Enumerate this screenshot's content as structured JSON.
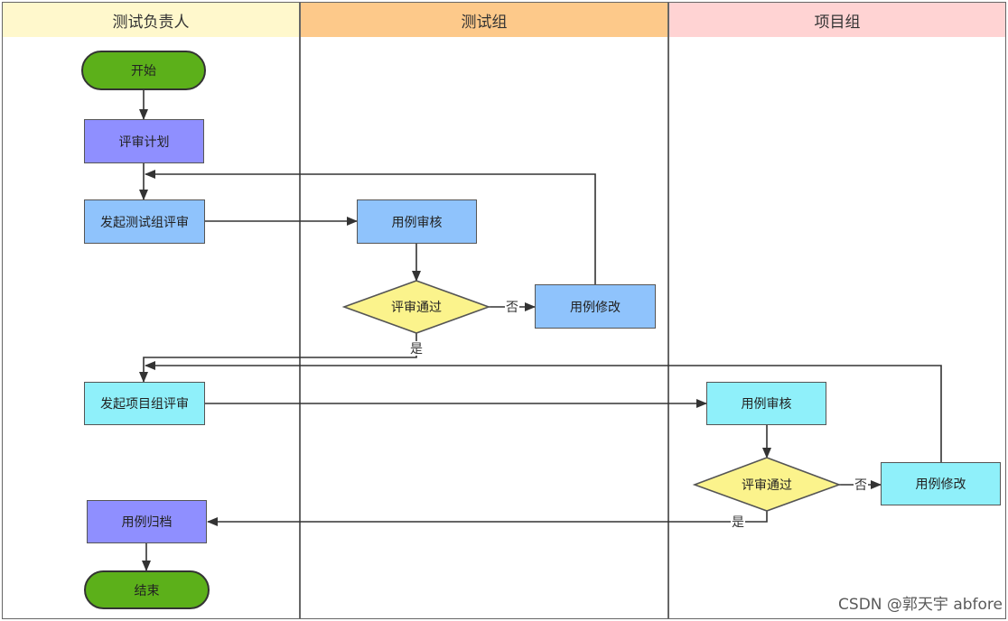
{
  "lanes": [
    {
      "title": "测试负责人",
      "color": "#fff8cc"
    },
    {
      "title": "测试组",
      "color": "#fdc98a"
    },
    {
      "title": "项目组",
      "color": "#ffd3d3"
    }
  ],
  "nodes": {
    "start": "开始",
    "review_plan": "评审计划",
    "start_test_group_review": "发起测试组评审",
    "test_case_review_1": "用例审核",
    "review_passed_1": "评审通过",
    "test_case_modify_1": "用例修改",
    "start_project_group_review": "发起项目组评审",
    "test_case_review_2": "用例审核",
    "review_passed_2": "评审通过",
    "test_case_modify_2": "用例修改",
    "test_case_archive": "用例归档",
    "end": "结束"
  },
  "edge_labels": {
    "no_1": "否",
    "yes_1": "是",
    "no_2": "否",
    "yes_2": "是"
  },
  "colors": {
    "purple_box": "#8f8fff",
    "blue_box": "#8fc3fc",
    "cyan_box": "#8ff0fa",
    "diamond": "#fbf38c",
    "terminal": "#5cb01a",
    "line": "#333333"
  },
  "watermark": "CSDN @郭天宇 abfore"
}
